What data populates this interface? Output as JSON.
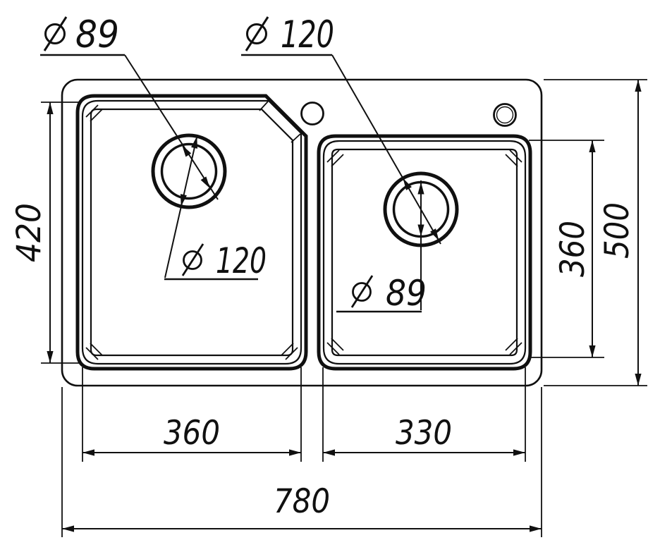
{
  "drawing": {
    "type": "technical-drawing",
    "subject": "double-bowl-sink-top-view",
    "colors": {
      "line": "#101010",
      "background": "#ffffff"
    },
    "labels": {
      "left_drain_small": {
        "symbol": "⌀",
        "value": "89"
      },
      "right_drain_large": {
        "symbol": "⌀",
        "value": "120"
      },
      "left_drain_large": {
        "symbol": "⌀",
        "value": "120"
      },
      "right_drain_small": {
        "symbol": "⌀",
        "value": "89"
      }
    },
    "dimensions": {
      "left_bowl_depth": "420",
      "right_bowl_depth": "360",
      "overall_depth": "500",
      "left_bowl_width": "360",
      "right_bowl_width": "330",
      "overall_width": "780"
    }
  }
}
